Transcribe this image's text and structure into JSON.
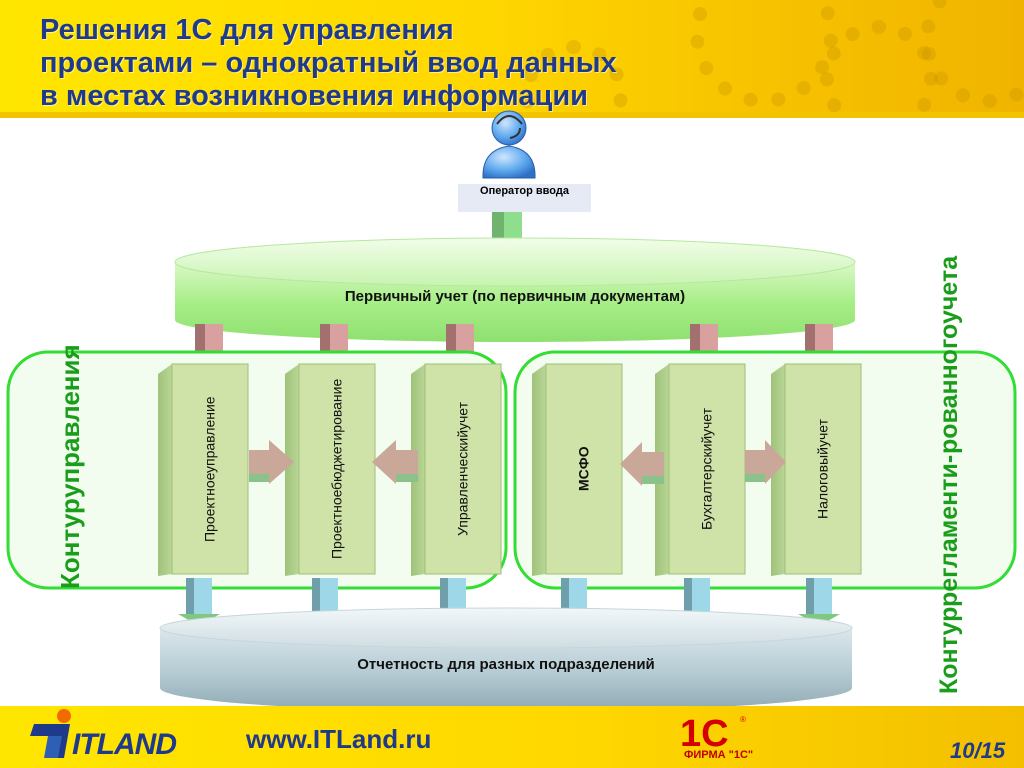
{
  "title": {
    "line1": "Решения 1С для управления",
    "line2": "проектами – однократный ввод данных",
    "line3": "в местах возникновения информации"
  },
  "operator": {
    "label": "Оператор ввода"
  },
  "primary_accounting": {
    "label": "Первичный учет (по первичным документам)"
  },
  "reporting": {
    "label": "Отчетность для разных подразделений"
  },
  "management_contour": {
    "label_line1": "Контур",
    "label_line2": "управления",
    "columns": [
      {
        "line1": "Проектное",
        "line2": "управление"
      },
      {
        "line1": "Проектное",
        "line2": "бюджетирование"
      },
      {
        "line1": "Управленческий",
        "line2": "учет"
      }
    ]
  },
  "regulated_contour": {
    "label_line1": "Контур",
    "label_line2": "регламенти-",
    "label_line3": "рованного",
    "label_line4": "учета",
    "columns": [
      {
        "line1": "МСФО",
        "line2": ""
      },
      {
        "line1": "Бухгалтерский",
        "line2": "учет"
      },
      {
        "line1": "Налоговый",
        "line2": "учет"
      }
    ]
  },
  "footer": {
    "website": "www.ITLand.ru",
    "page": "10/15",
    "itland_logo": "ITLAND",
    "firm_logo": "1С",
    "firm_text": "ФИРМА \"1С\""
  },
  "colors": {
    "header": "#ffd800",
    "title": "#1f3a8a",
    "contour_border": "#33dd33",
    "contour_label": "#1a9d1a",
    "column_face": "#cfe3a8",
    "primary_cylinder": "#a8ee88",
    "reporting_cylinder": "#a9c0c8",
    "arrow_down_red": "#d9a0a0",
    "arrow_down_green": "#8ede8e",
    "arrow_down_blue": "#9ed8e8",
    "arrow_side": "#c9a89a"
  }
}
